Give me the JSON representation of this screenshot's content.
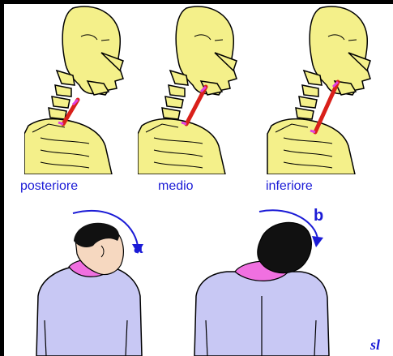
{
  "labels": {
    "posteriore": "posteriore",
    "medio": "medio",
    "inferiore": "inferiore"
  },
  "movements": {
    "a": "a",
    "b": "b"
  },
  "signature": "sl",
  "colors": {
    "bone": "#f4f08a",
    "bone_outline": "#000000",
    "muscle": "#d9201a",
    "muscle_insertion": "#e040e0",
    "skin": "#f6d8c0",
    "hair": "#111111",
    "collar": "#f070e0",
    "shirt": "#c8c8f4",
    "text_blue": "#1b1bd6"
  }
}
